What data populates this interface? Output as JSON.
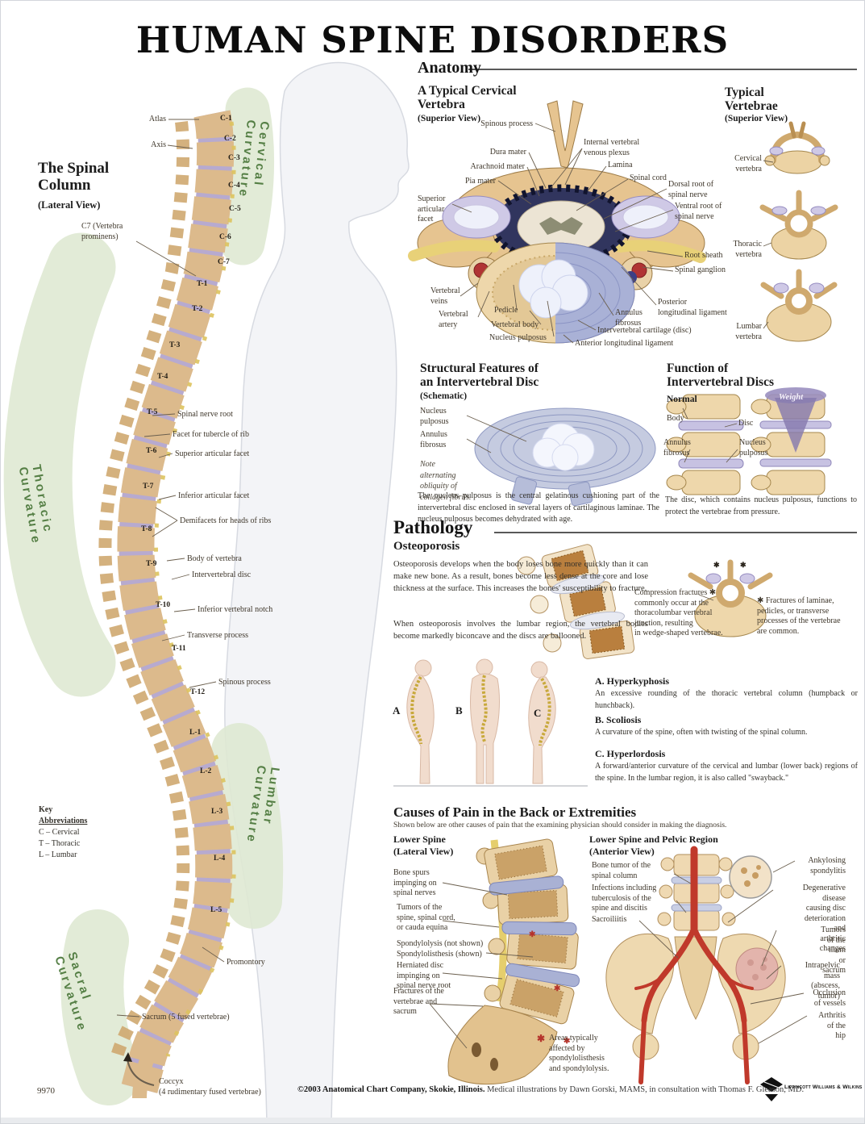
{
  "title": "HUMAN SPINE DISORDERS",
  "palette": {
    "bone": "#e6c892",
    "disc_lavender": "#b1a9d4",
    "band_green": "#dfe9d3",
    "curve_text_green": "#4e7a3e",
    "artery_red": "#c0392b",
    "weight_purple": "#7f72ad",
    "star_red": "#b5342c"
  },
  "spinal_column": {
    "heading": "The Spinal\nColumn",
    "subheading": "(Lateral View)",
    "atlas": "Atlas",
    "axis": "Axis",
    "c7": "C7 (Vertebra\nprominens)",
    "c": [
      "C-1",
      "C-2",
      "C-3",
      "C-4",
      "C-5",
      "C-6",
      "C-7"
    ],
    "t": [
      "T-1",
      "T-2",
      "T-3",
      "T-4",
      "T-5",
      "T-6",
      "T-7",
      "T-8",
      "T-9",
      "T-10",
      "T-11",
      "T-12"
    ],
    "l": [
      "L-1",
      "L-2",
      "L-3",
      "L-4",
      "L-5"
    ],
    "annotations": [
      "Spinal nerve root",
      "Facet for tubercle of rib",
      "Superior articular facet",
      "Inferior articular facet",
      "Demifacets for heads of ribs",
      "Body of vertebra",
      "Intervertebral disc",
      "Inferior vertebral notch",
      "Transverse process",
      "Spinous process"
    ],
    "promontory": "Promontory",
    "sacrum": "Sacrum (5 fused vertebrae)",
    "coccyx": "Coccyx\n(4 rudimentary fused vertebrae)",
    "curvatures": [
      "Cervical Curvature",
      "Thoracic Curvature",
      "Lumbar Curvature",
      "Sacral Curvature"
    ],
    "key_line1": "Key",
    "key_line2": "Abbreviations",
    "key_items": [
      "C – Cervical",
      "T – Thoracic",
      "L – Lumbar"
    ],
    "item_number": "9970"
  },
  "anatomy": {
    "section_title": "Anatomy",
    "cervical": {
      "title": "A Typical Cervical\nVertebra",
      "subtitle": "(Superior View)",
      "labels_left": [
        "Spinous process",
        "Dura mater",
        "Arachnoid mater",
        "Pia mater",
        "Superior\narticular\nfacet",
        "Vertebral\nveins",
        "Vertebral\nartery",
        "Pedicle",
        "Vertebral body",
        "Nucleus pulposus"
      ],
      "labels_right": [
        "Internal vertebral\nvenous plexus",
        "Lamina",
        "Spinal cord",
        "Dorsal root of\nspinal nerve",
        "Ventral root of\nspinal nerve",
        "Root sheath",
        "Spinal ganglion",
        "Posterior\nlongitudinal ligament",
        "Annulus\nfibrosus",
        "Intervertebral cartilage (disc)",
        "Anterior longitudinal ligament"
      ]
    },
    "typical": {
      "title": "Typical\nVertebrae",
      "subtitle": "(Superior View)",
      "items": [
        "Cervical\nvertebra",
        "Thoracic\nvertebra",
        "Lumbar\nvertebra"
      ]
    }
  },
  "disc_structure": {
    "title": "Structural Features of\nan Intervertebral Disc",
    "subtitle": "(Schematic)",
    "nucleus": "Nucleus\npulposus",
    "annulus": "Annulus\nfibrosus",
    "note": "Note\nalternating\nobliquity of\ncollagen fibrils.",
    "caption": "The nucleus pulposus is the central gelatinous cushioning part of the intervertebral disc enclosed in several layers of cartilaginous laminae. The nucleus pulposus becomes dehydrated with age."
  },
  "disc_function": {
    "title": "Function of\nIntervertebral Discs",
    "normal": "Normal",
    "weight": "Weight",
    "body": "Body",
    "disc": "Disc",
    "annulus": "Annulus\nfibrosus",
    "nucleus": "Nucleus\npulposus",
    "caption": "The disc, which contains nucleus pulposus, functions to protect the vertebrae from pressure."
  },
  "pathology": {
    "section_title": "Pathology",
    "osteo_title": "Osteoporosis",
    "para1": "Osteoporosis develops when the body loses bone more quickly than it can make new bone. As a result, bones become less dense at the core and lose thickness at the surface. This increases the bones' susceptibility to fracture.",
    "para2": "When osteoporosis involves the lumbar region, the vertebral bodies become markedly biconcave and the discs are ballooned.",
    "compression": "Compression fractures ✱\ncommonly occur at the\nthoracolumbar vertebral\njunction, resulting\nin wedge-shaped vertebrae.",
    "fractures": "✱ Fractures of laminae,\npedicles, or transverse\nprocesses of the vertebrae\nare common.",
    "star": "✱",
    "letters": [
      "A",
      "B",
      "C"
    ],
    "items": [
      {
        "label": "A. Hyperkyphosis",
        "text": "An excessive rounding of the thoracic vertebral column (humpback or hunchback)."
      },
      {
        "label": "B. Scoliosis",
        "text": "A curvature of the spine, often with twisting of the spinal column."
      },
      {
        "label": "C. Hyperlordosis",
        "text": "A forward/anterior curvature of the cervical and lumbar (lower back) regions of the spine. In the lumbar region, it is also called \"swayback.\""
      }
    ]
  },
  "causes": {
    "title": "Causes of Pain in the Back or Extremities",
    "subtitle": "Shown below are other causes of pain that the examining physician should consider in making the diagnosis.",
    "lateral_title": "Lower Spine\n(Lateral View)",
    "lateral_labels": [
      "Bone spurs\nimpinging on\nspinal nerves",
      "Tumors of the\nspine, spinal cord,\nor cauda equina",
      "Spondylolysis (not shown)\nSpondylolisthesis (shown)",
      "Herniated disc\nimpinging on\nspinal nerve root",
      "Fractures of the\nvertebrae and\nsacrum"
    ],
    "star": "✱",
    "asterisk_note": "Areas typically\naffected by\nspondylolisthesis\nand spondylolysis.",
    "anterior_title": "Lower Spine and Pelvic Region\n(Anterior View)",
    "anterior_left": [
      "Bone tumor of the\nspinal column",
      "Infections including\ntuberculosis of the\nspine and discitis",
      "Sacroiliitis"
    ],
    "anterior_right": [
      "Ankylosing\nspondylitis",
      "Degenerative\ndisease causing disc\ndeterioration and\narthritic changes",
      "Tumors of the\nilium or sacrum",
      "Intrapelvic mass\n(abscess, tumor)",
      "Occlusion\nof vessels",
      "Arthritis\nof the hip"
    ]
  },
  "footer": {
    "copyright": "©2003 Anatomical Chart Company, Skokie, Illinois.",
    "credit": "Medical illustrations by Dawn Gorski, MAMS, in consultation with Thomas F. Gleason, MD.",
    "publisher": "Lippincott Williams & Wilkins"
  }
}
